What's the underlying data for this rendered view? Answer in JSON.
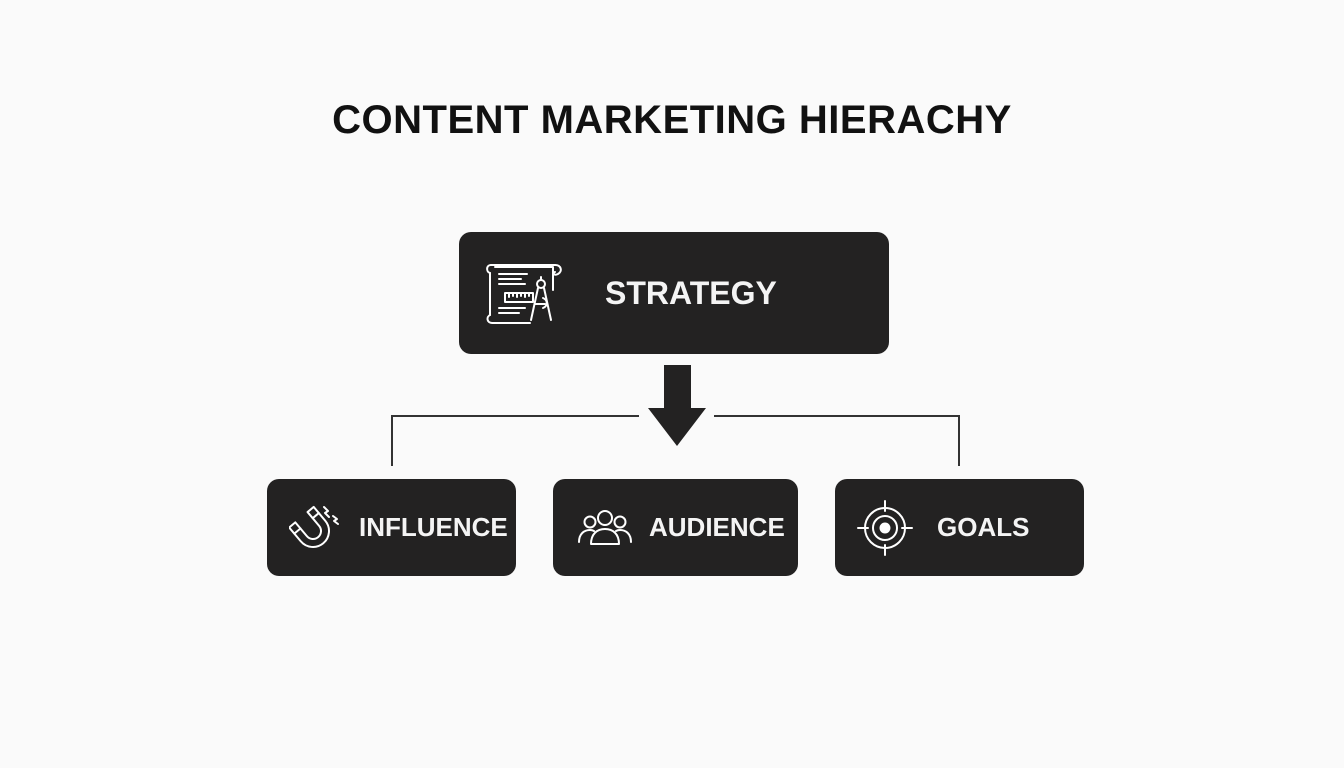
{
  "title": "CONTENT MARKETING HIERACHY",
  "root": {
    "label": "STRATEGY",
    "icon": "blueprint-compass-icon"
  },
  "children": [
    {
      "label": "INFLUENCE",
      "icon": "magnet-icon"
    },
    {
      "label": "AUDIENCE",
      "icon": "people-group-icon"
    },
    {
      "label": "GOALS",
      "icon": "target-icon"
    }
  ],
  "colors": {
    "background": "#fafafa",
    "box_fill": "#232222",
    "box_text": "#f4f4f4",
    "connector": "#333333",
    "title_text": "#111111"
  }
}
